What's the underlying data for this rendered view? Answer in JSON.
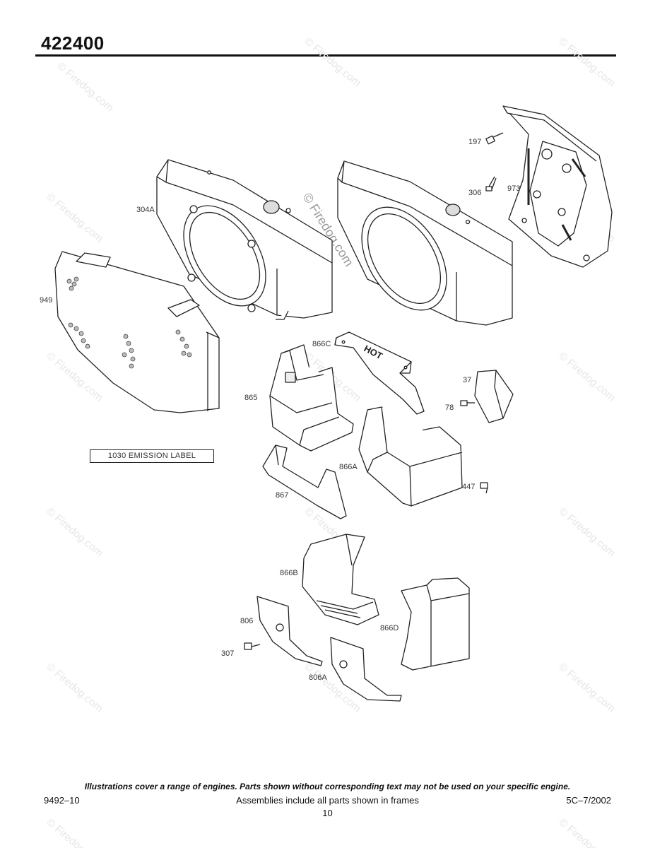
{
  "header": {
    "model_number": "422400"
  },
  "diagram": {
    "watermark": "© Firedog.com",
    "hot_label": "HOT",
    "callouts": {
      "p197": "197",
      "p306": "306",
      "p973": "973",
      "p304a": "304A",
      "p949": "949",
      "p866c": "866C",
      "p865": "865",
      "p37": "37",
      "p78": "78",
      "p866a": "866A",
      "p867": "867",
      "p447": "447",
      "p866b": "866B",
      "p806": "806",
      "p307": "307",
      "p866d": "866D",
      "p806a": "806A"
    },
    "emission_label": "1030 EMISSION LABEL"
  },
  "footer": {
    "note": "Illustrations cover a range of engines. Parts shown without corresponding text may not be used on your specific engine.",
    "code": "9492–10",
    "assemblies_note": "Assemblies include all parts shown in frames",
    "date_code": "5C–7/2002",
    "page_number": "10"
  }
}
